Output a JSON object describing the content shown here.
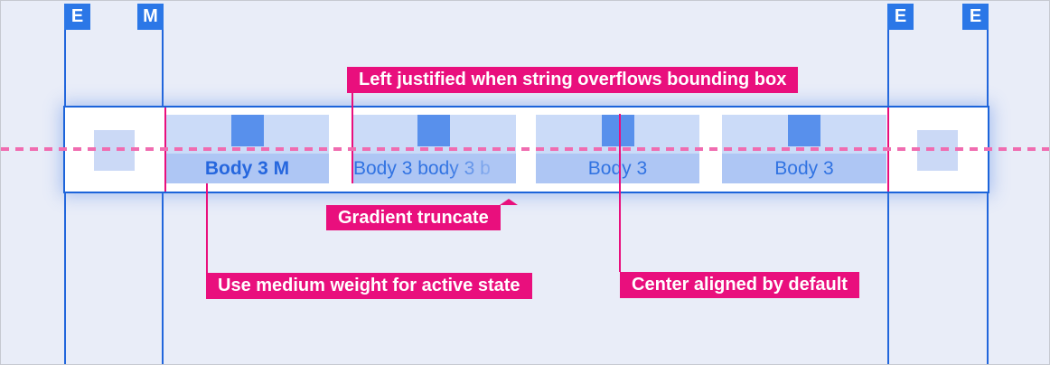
{
  "markers": [
    {
      "label": "E"
    },
    {
      "label": "M"
    },
    {
      "label": "E"
    },
    {
      "label": "E"
    }
  ],
  "tabs": [
    {
      "label": "Body 3 M",
      "state": "active-medium-weight"
    },
    {
      "label": "Body 3 body 3 b",
      "state": "gradient-truncated"
    },
    {
      "label": "Body 3",
      "state": "default"
    },
    {
      "label": "Body 3",
      "state": "default"
    }
  ],
  "annotations": {
    "left_justified": "Left justified when string overflows bounding box",
    "gradient_truncate": "Gradient truncate",
    "medium_weight": "Use medium weight for active state",
    "center_aligned": "Center aligned by default"
  },
  "colors": {
    "accent_magenta": "#E90F7D",
    "dash_pink": "#F06CB0",
    "grid_blue": "#2166DC",
    "marker_blue": "#2B77E7",
    "band_border_blue": "#1C64DA",
    "tab_box_light_blue": "#CBDBF8",
    "tab_label_strip_blue": "#AEC6F4",
    "icon_square_blue": "#5890EC",
    "tab_text_blue": "#2C6FE1",
    "background": "#E9EDF8"
  }
}
